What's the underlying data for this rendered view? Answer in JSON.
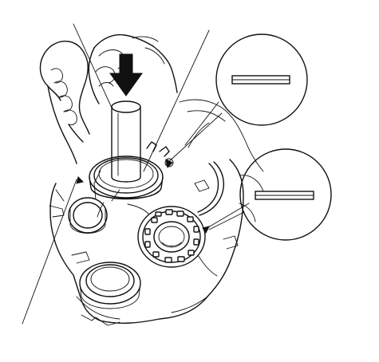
{
  "diagram": {
    "description_free": true,
    "callouts": [
      {
        "id": "upper-callout",
        "symbol": "snap-ring-cross-section"
      },
      {
        "id": "lower-callout",
        "symbol": "snap-ring-cross-section"
      }
    ],
    "arrow": {
      "direction": "down",
      "style": "solid-black"
    },
    "colors": {
      "ink": "#111111",
      "paper": "#ffffff"
    }
  }
}
